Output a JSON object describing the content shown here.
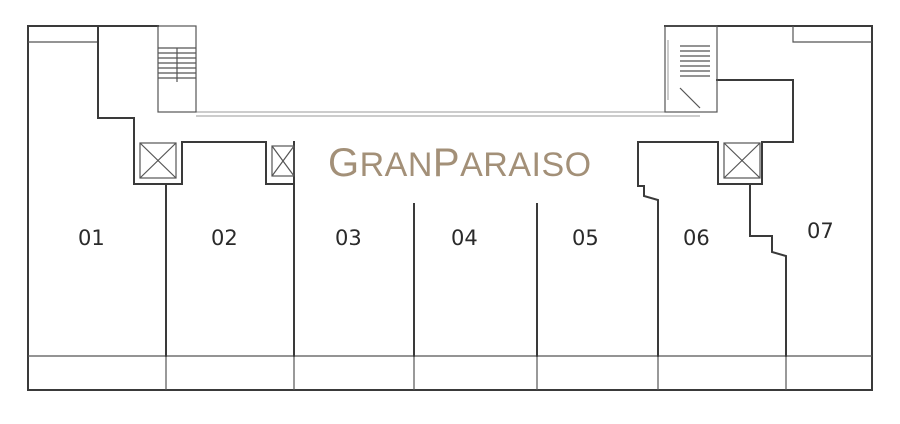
{
  "brand": {
    "name_parts": [
      "G",
      "RAN",
      "P",
      "ARAISO"
    ],
    "color": "#a39078"
  },
  "units": [
    {
      "label": "01"
    },
    {
      "label": "02"
    },
    {
      "label": "03"
    },
    {
      "label": "04"
    },
    {
      "label": "05"
    },
    {
      "label": "06"
    },
    {
      "label": "07"
    }
  ],
  "colors": {
    "wall": "#3a3a3a",
    "background": "#ffffff"
  },
  "icons": [
    "elevator-shaft-icon",
    "stair-icon"
  ]
}
